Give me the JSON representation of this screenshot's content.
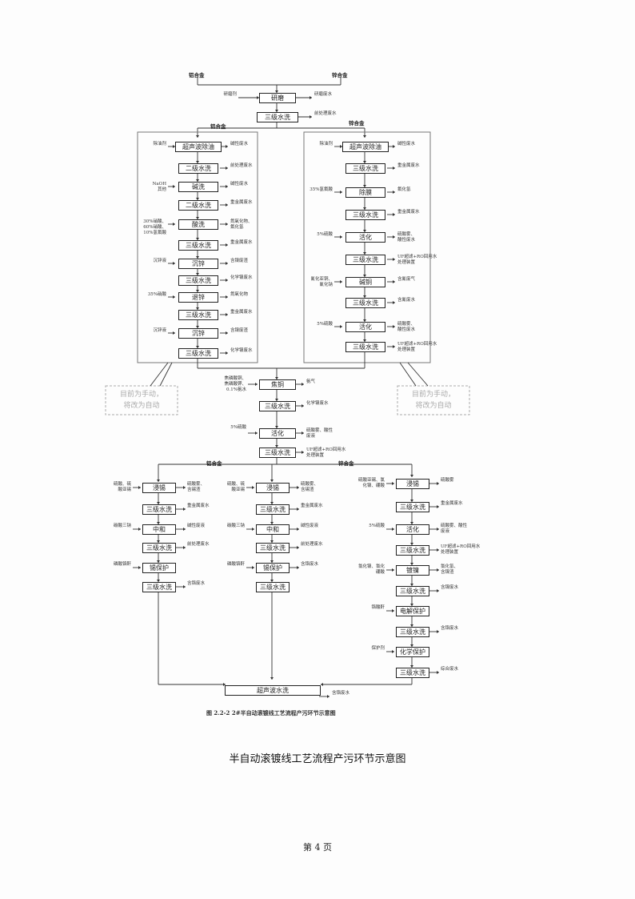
{
  "top": {
    "left_in": "铝合金",
    "right_in": "锌合金",
    "s1": "研磨",
    "s1_in": "研磨剂",
    "s1_out": "研磨废水",
    "s2": "三级水洗",
    "s2_out": "前处理废水"
  },
  "al": {
    "header": "铝合金",
    "steps": [
      "超声波除油",
      "二级水洗",
      "碱洗",
      "二级水洗",
      "酸洗",
      "三级水洗",
      "沉锌",
      "三级水洗",
      "退锌",
      "三级水洗",
      "沉锌",
      "三级水洗"
    ],
    "inputs": [
      "除油剂",
      "",
      "NaOH\n其他",
      "",
      "30%硝酸、\n60%硝酸、\n10%氢氟酸",
      "",
      "沉锌液",
      "",
      "35%硝酸",
      "",
      "沉锌液",
      ""
    ],
    "outputs": [
      "碱性废水",
      "前处理废水",
      "碱性废水",
      "重金属废水",
      "氮氧化物、\n氟化氢",
      "重金属废水",
      "含镍废渣",
      "化学镍废水",
      "氮氧化物",
      "重金属废水",
      "含镍废渣",
      "化学镍废水"
    ]
  },
  "zn": {
    "header": "锌合金",
    "steps": [
      "超声波除油",
      "三级水洗",
      "除膜",
      "三级水洗",
      "活化",
      "三级水洗",
      "碱铜",
      "三级水洗",
      "活化",
      "三级水洗"
    ],
    "inputs": [
      "除油剂",
      "",
      "35%氢氟酸",
      "",
      "5%硫酸",
      "",
      "氰化亚铜、\n氰化钠",
      "",
      "5%硫酸",
      ""
    ],
    "outputs": [
      "碱性废水",
      "重金属废水",
      "氟化氢",
      "重金属废水",
      "硫酸雾、\n酸性废水",
      "UF超滤+RO回用水\n处理装置",
      "含氰废气",
      "含氰废水",
      "硫酸雾、\n酸性废水",
      "UF超滤+RO回用水\n处理装置"
    ]
  },
  "notes": {
    "left": "目前为手动，\n将改为自动",
    "right": "目前为手动，\n将改为自动"
  },
  "mid": {
    "steps": [
      "焦铜",
      "三级水洗",
      "活化",
      "三级水洗"
    ],
    "inputs": [
      "焦磷酸铜、\n焦磷酸钾、\n0.1%氨水",
      "",
      "5%硫酸",
      ""
    ],
    "outputs": [
      "氨气",
      "化学镍废水",
      "硫酸雾、酸性\n废液",
      "UF超滤+RO回用水\n处理装置"
    ]
  },
  "b1": {
    "header": "铝合金",
    "steps": [
      "浸锡",
      "三级水洗",
      "中和",
      "三级水洗",
      "锡保护",
      "三级水洗"
    ],
    "inputs": [
      "硫酸、硫\n酸亚锡",
      "",
      "碳酸三钠",
      "",
      "磷酸铬酐",
      ""
    ],
    "outputs": [
      "硫酸雾、\n含锡渣",
      "重金属废水",
      "碱性废液",
      "前处理废水",
      "",
      ""
    ]
  },
  "b2": {
    "steps": [
      "浸锡",
      "三级水洗",
      "中和",
      "三级水洗",
      "锡保护",
      "三级水洗"
    ],
    "inputs": [
      "硫酸、硫\n酸亚锡",
      "",
      "碳酸三钠",
      "",
      "磷酸铬酐",
      ""
    ],
    "outputs": [
      "硫酸雾、\n含锡渣",
      "重金属废水",
      "碱性废液",
      "前处理废水",
      "含铬废水",
      ""
    ]
  },
  "b3": {
    "header": "锌合金",
    "steps": [
      "浸锡",
      "三级水洗",
      "活化",
      "三级水洗",
      "镀镍",
      "三级水洗",
      "电解保护",
      "三级水洗",
      "化学保护",
      "三级水洗"
    ],
    "inputs": [
      "硫酸亚锡、氯\n化镍、硼酸",
      "",
      "5%硫酸",
      "",
      "氯化镍、氯化\n硼酸",
      "",
      "铬酸酐",
      "",
      "保护剂",
      ""
    ],
    "outputs": [
      "硫酸雾",
      "重金属废水",
      "硫酸雾、酸性\n废液",
      "UF超滤+RO回用水\n处理装置",
      "氯化氢、\n含镍渣",
      "含镍废水",
      "",
      "含铬废水",
      "",
      "综合废水"
    ]
  },
  "b1_last_out": "含铬废水",
  "final": {
    "step": "超声波水洗",
    "out": "含铬废水"
  },
  "figure_caption": "图 2.2-2    2#半自动滚镀线工艺流程产污环节示意图",
  "title": "半自动滚镀线工艺流程产污环节示意图",
  "page": "第 4 页"
}
